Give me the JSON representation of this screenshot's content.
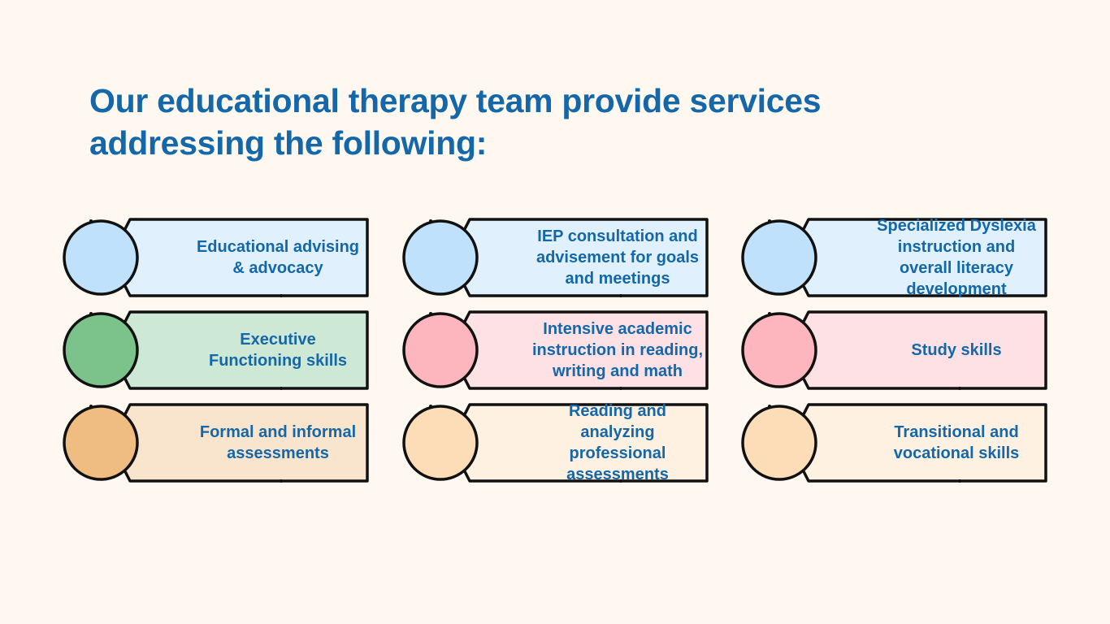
{
  "title": "Our educational therapy team provide services addressing the following:",
  "services": [
    {
      "label": "Educational advising & advocacy",
      "color": "blue"
    },
    {
      "label": "IEP consultation and advisement for goals and meetings",
      "color": "blue"
    },
    {
      "label": "Specialized Dyslexia instruction and overall literacy development",
      "color": "blue"
    },
    {
      "label": "Executive Functioning skills",
      "color": "green"
    },
    {
      "label": "Intensive academic instruction in reading, writing and math",
      "color": "pink"
    },
    {
      "label": "Study skills",
      "color": "pink"
    },
    {
      "label": "Formal and informal assessments",
      "color": "orange"
    },
    {
      "label": "Reading and analyzing professional assessments",
      "color": "peach"
    },
    {
      "label": "Transitional and vocational skills",
      "color": "peach"
    }
  ],
  "palette": {
    "title_text": "#1467a8",
    "background": "#fef8f1",
    "blue": [
      "#e0f1fd",
      "#bfe1fb"
    ],
    "green": [
      "#cde8d4",
      "#7cc38b"
    ],
    "pink": [
      "#fde1e4",
      "#fdb6bd"
    ],
    "orange": [
      "#f9e4cd",
      "#efbc82"
    ],
    "peach": [
      "#fef1e2",
      "#fdddb8"
    ]
  }
}
